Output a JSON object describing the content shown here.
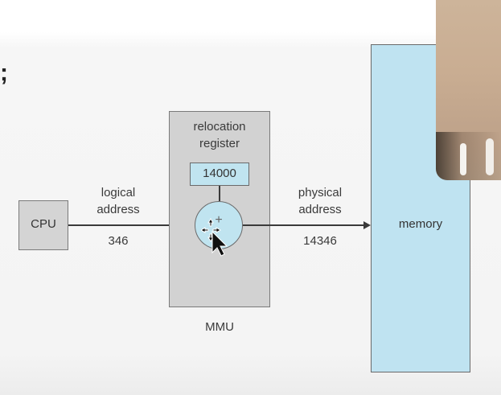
{
  "diagram": {
    "cpu_label": "CPU",
    "logical_address_label": "logical\naddress",
    "logical_address_value": "346",
    "relocation_register_label": "relocation\nregister",
    "relocation_register_value": "14000",
    "adder_symbol": "+",
    "mmu_label": "MMU",
    "physical_address_label": "physical\naddress",
    "physical_address_value": "14346",
    "memory_label": "memory"
  },
  "stray_text": ";",
  "colors": {
    "box_gray": "#d2d2d2",
    "box_blue": "#bfe3f1",
    "line": "#3a3a3a"
  }
}
